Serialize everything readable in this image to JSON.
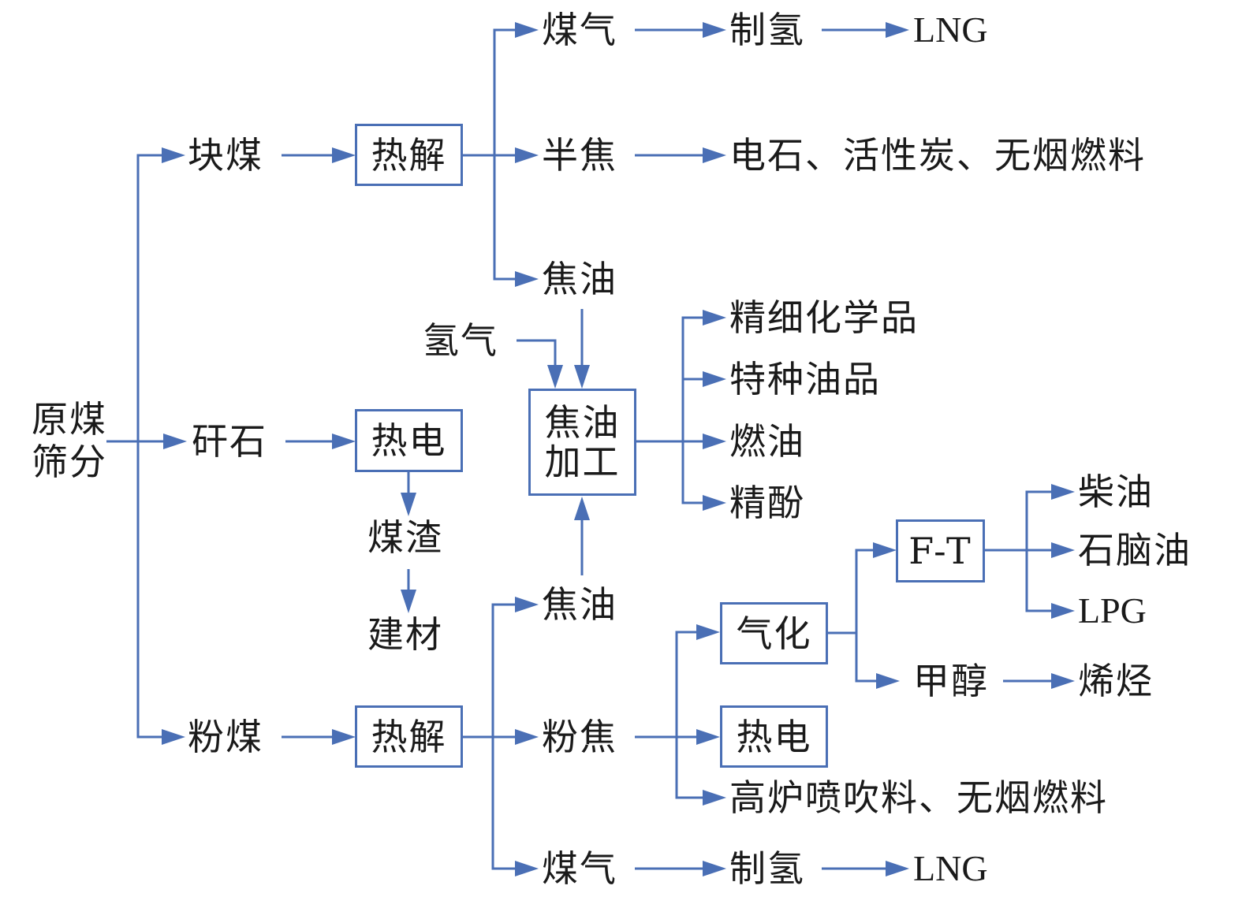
{
  "diagram": {
    "title": "",
    "line_color": "#4a6fb5",
    "text_color": "#1a1a1a",
    "root": "原煤筛分",
    "root_lines": [
      "原煤",
      "筛分"
    ],
    "branches": {
      "lump_coal": {
        "label": "块煤",
        "process": "热解",
        "products": {
          "gas": {
            "label": "煤气",
            "next": "制氢",
            "final": "LNG"
          },
          "semi_coke": {
            "label": "半焦",
            "uses": "电石、活性炭、无烟燃料"
          },
          "tar": {
            "label": "焦油"
          }
        }
      },
      "gangue": {
        "label": "矸石",
        "process": "热电",
        "byproduct": "煤渣",
        "final": "建材"
      },
      "powder_coal": {
        "label": "粉煤",
        "process": "热解",
        "products": {
          "tar": {
            "label": "焦油"
          },
          "powder_coke": {
            "label": "粉焦",
            "uses": {
              "gasification": {
                "label": "气化",
                "ft": {
                  "label": "F-T",
                  "outputs": [
                    "柴油",
                    "石脑油",
                    "LPG"
                  ]
                },
                "methanol": {
                  "label": "甲醇",
                  "final": "烯烃"
                }
              },
              "power": "热电",
              "other": "高炉喷吹料、无烟燃料"
            }
          },
          "gas": {
            "label": "煤气",
            "next": "制氢",
            "final": "LNG"
          }
        }
      }
    },
    "tar_processing": {
      "hydrogen_input": "氢气",
      "lines": [
        "焦油",
        "加工"
      ],
      "label": "焦油加工",
      "outputs": [
        "精细化学品",
        "特种油品",
        "燃油",
        "精酚"
      ]
    }
  }
}
